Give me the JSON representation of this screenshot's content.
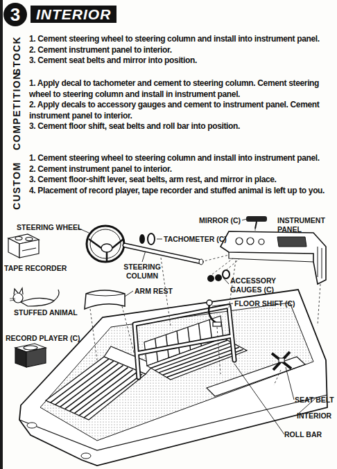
{
  "diagram": {
    "title": "INTERIOR",
    "labels": [
      "3",
      "STOCK",
      "COMPETITION",
      "CUSTOM",
      "1. Cement steering wheel to steering column and install into instrument panel.",
      "2. Cement instrument panel to interior.",
      "3. Cement seat belts and mirror into position.",
      "1. Apply decal to tachometer and cement to steering column. Cement steering wheel to steering column and install in instrument panel.",
      "2. Apply decals to accessory gauges and cement to instrument panel. Cement instrument panel to interior.",
      "3. Cement floor shift, seat belts and roll bar into position.",
      "1. Cement steering wheel to steering column and install into instrument panel.",
      "2. Cement instrument panel to interior.",
      "3. Cement floor-shift lever, seat belts, arm rest, and mirror in place.",
      "4. Placement of record player, tape recorder and stuffed animal is left up to you.",
      "MIRROR (C)",
      "INSTRUMENT PANEL",
      "STEERING WHEEL",
      "TACHOMETER (C)",
      "TAPE RECORDER",
      "STEERING COLUMN",
      "ARM REST",
      "ACCESSORY GAUGES (C)",
      "STUFFED ANIMAL",
      "FLOOR SHIFT (C)",
      "RECORD PLAYER (C)",
      "SEAT BELT",
      "INTERIOR",
      "ROLL BAR"
    ]
  }
}
